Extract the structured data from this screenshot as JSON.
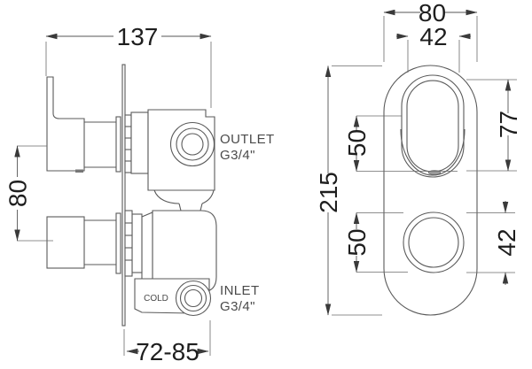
{
  "drawing": {
    "side_view": {
      "dim_overall_width": "137",
      "dim_handle_spacing": "80",
      "dim_depth_range": "72-85",
      "outlet_label": "OUTLET",
      "outlet_thread": "G3/4\"",
      "inlet_label": "INLET",
      "inlet_thread": "G3/4\"",
      "cold_marking": "COLD"
    },
    "front_view": {
      "dim_plate_width": "80",
      "dim_lever_width": "42",
      "dim_plate_height": "215",
      "dim_upper_spacing": "50",
      "dim_lower_spacing": "50",
      "dim_lever_height": "77",
      "dim_knob_diameter": "42"
    },
    "colors": {
      "line": "#5a5a5a",
      "dim_text": "#1e1e1e",
      "label_text": "#4a4a4a",
      "background": "#ffffff",
      "notch_fill": "#9a9a9a"
    }
  }
}
